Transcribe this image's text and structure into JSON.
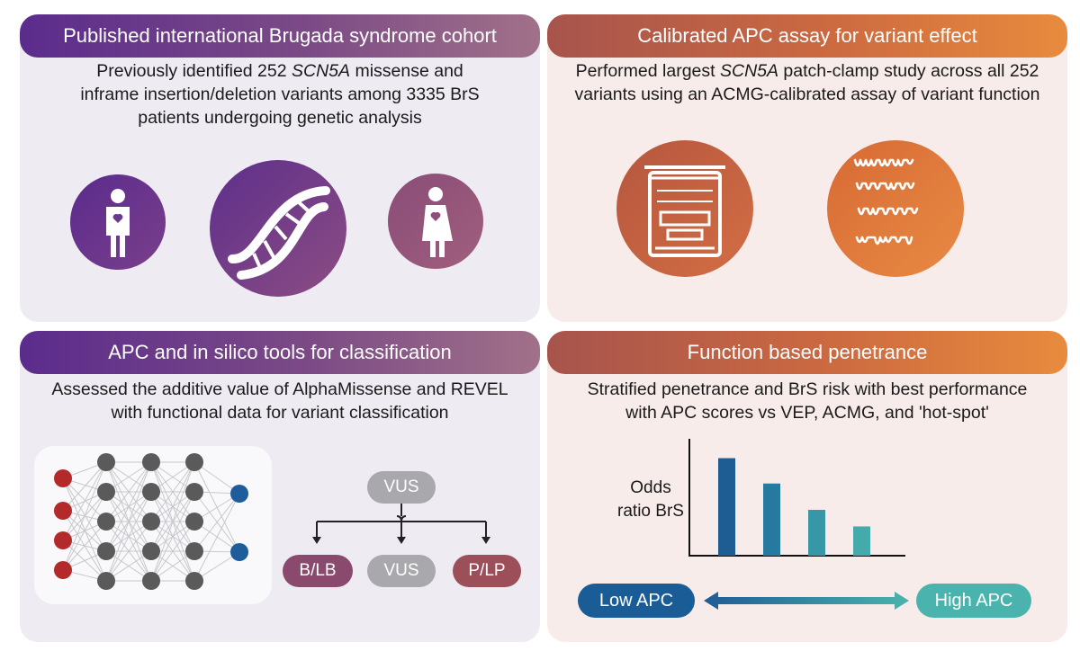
{
  "panels": {
    "top_left": {
      "header": "Published international Brugada syndrome cohort",
      "desc_line1_pre": "Previously identified 252 ",
      "desc_line1_gene": "SCN5A",
      "desc_line1_post": " missense and",
      "desc_line2": "inframe insertion/deletion variants among 3335 BrS",
      "desc_line3": "patients undergoing genetic analysis",
      "icons": [
        "male-patient-icon",
        "dna-helix-icon",
        "female-patient-icon"
      ]
    },
    "top_right": {
      "header": "Calibrated APC assay for variant effect",
      "desc_line1_pre": "Performed largest ",
      "desc_line1_gene": "SCN5A",
      "desc_line1_post": " patch-clamp study across all 252",
      "desc_line2": "variants using an ACMG-calibrated assay of variant function",
      "icons": [
        "patch-clamp-instrument-icon",
        "current-traces-icon"
      ]
    },
    "bottom_left": {
      "header": "APC and in silico tools for classification",
      "desc_line1": "Assessed the additive value of AlphaMissense and REVEL",
      "desc_line2": "with functional data for variant classification",
      "tree": {
        "root": "VUS",
        "leaves": [
          "B/LB",
          "VUS",
          "P/LP"
        ]
      }
    },
    "bottom_right": {
      "header": "Function based penetrance",
      "desc_line1": "Stratified penetrance and BrS risk with best performance",
      "desc_line2": "with APC scores vs VEP, ACMG, and 'hot-spot'",
      "ylabel_line1": "Odds",
      "ylabel_line2": "ratio BrS",
      "low_label": "Low APC",
      "high_label": "High APC"
    }
  },
  "colors": {
    "purple": "#5b2c8c",
    "orange": "#e98b3e",
    "b_lb": "#8a4a6e",
    "vus": "#a9a8ad",
    "p_lp": "#9c4f59",
    "low_apc": "#1a5c96",
    "high_apc": "#4ab3ad"
  },
  "chart_data": {
    "type": "bar",
    "categories": [
      "",
      "",
      "",
      ""
    ],
    "values": [
      100,
      74,
      47,
      30
    ],
    "xlabel": "",
    "ylabel": "Odds ratio BrS",
    "ylim": [
      0,
      118
    ],
    "colors": [
      "#1d5d94",
      "#26799f",
      "#3797a7",
      "#44aaac"
    ]
  }
}
